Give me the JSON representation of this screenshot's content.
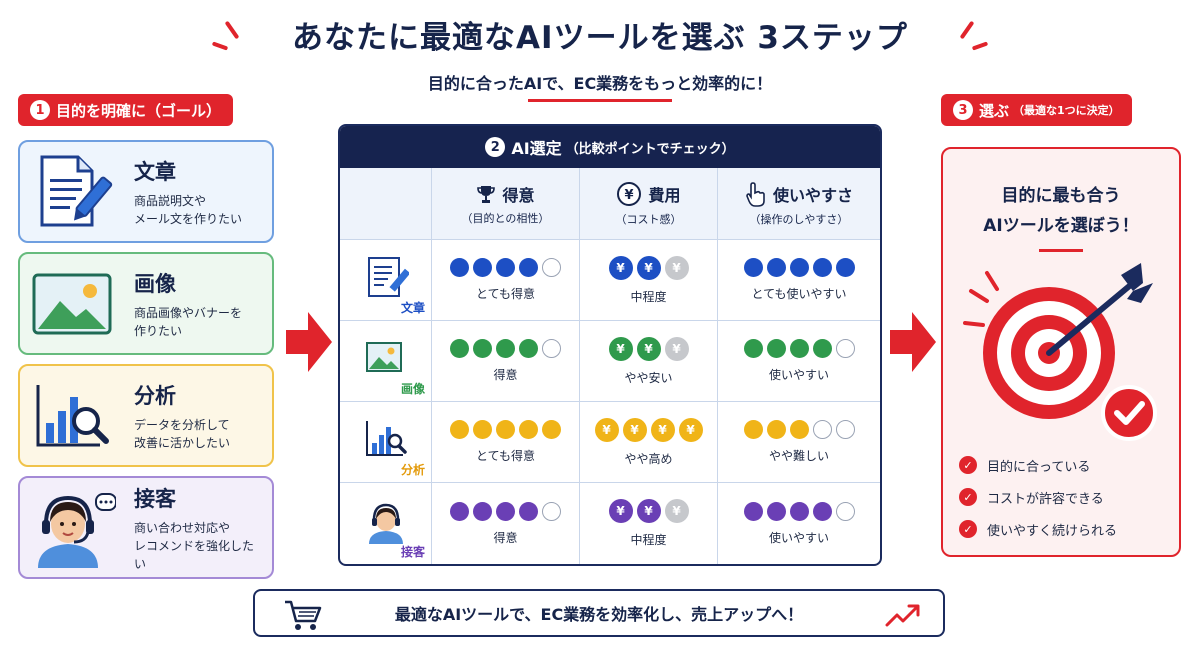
{
  "header": {
    "title": "あなたに最適なAIツールを選ぶ 3ステップ",
    "subtitle": "目的に合ったAIで、EC業務をもっと効率的に！"
  },
  "step1": {
    "number": "1",
    "label": "目的を明確に（ゴール）"
  },
  "purposes": [
    {
      "title": "文章",
      "desc_line1": "商品説明文や",
      "desc_line2": "メール文を作りたい",
      "icon": "document-pen-icon"
    },
    {
      "title": "画像",
      "desc_line1": "商品画像やバナーを",
      "desc_line2": "作りたい",
      "icon": "landscape-image-icon"
    },
    {
      "title": "分析",
      "desc_line1": "データを分析して",
      "desc_line2": "改善に活かしたい",
      "icon": "chart-magnifier-icon"
    },
    {
      "title": "接客",
      "desc_line1": "商い合わせ対応や",
      "desc_line2": "レコメンドを強化したい",
      "icon": "headset-agent-icon"
    }
  ],
  "step2": {
    "number": "2",
    "label": "AI選定",
    "label_small": "（比較ポイントでチェック）",
    "columns": [
      {
        "title": "得意",
        "sub": "（目的との相性）",
        "icon": "trophy-icon"
      },
      {
        "title": "費用",
        "sub": "（コスト感）",
        "icon": "yen-coin-icon"
      },
      {
        "title": "使いやすさ",
        "sub": "（操作のしやすさ）",
        "icon": "pointer-hand-icon"
      }
    ],
    "rows": [
      {
        "label": "文章",
        "color": "#1d4fc4",
        "skill": {
          "filled": 4,
          "total": 5,
          "label": "とても得意"
        },
        "cost": {
          "filled": 2,
          "total": 3,
          "label": "中程度"
        },
        "ease": {
          "filled": 5,
          "total": 5,
          "label": "とても使いやすい"
        }
      },
      {
        "label": "画像",
        "color": "#2f9a4c",
        "skill": {
          "filled": 4,
          "total": 5,
          "label": "得意"
        },
        "cost": {
          "filled": 2,
          "total": 3,
          "label": "やや安い"
        },
        "ease": {
          "filled": 4,
          "total": 5,
          "label": "使いやすい"
        }
      },
      {
        "label": "分析",
        "color": "#f0b418",
        "skill": {
          "filled": 5,
          "total": 5,
          "label": "とても得意"
        },
        "cost": {
          "filled": 4,
          "total": 4,
          "label": "やや高め"
        },
        "ease": {
          "filled": 3,
          "total": 5,
          "label": "やや難しい"
        }
      },
      {
        "label": "接客",
        "color": "#6a3fb5",
        "skill": {
          "filled": 4,
          "total": 5,
          "label": "得意"
        },
        "cost": {
          "filled": 2,
          "total": 3,
          "label": "中程度"
        },
        "ease": {
          "filled": 4,
          "total": 5,
          "label": "使いやすい"
        }
      }
    ]
  },
  "step3": {
    "number": "3",
    "label": "選ぶ",
    "label_small": "（最適な1つに決定）",
    "message_line1": "目的に最も合う",
    "message_line2": "AIツールを選ぼう！",
    "checks": [
      "目的に合っている",
      "コストが許容できる",
      "使いやすく続けられる"
    ]
  },
  "footer": {
    "text": "最適なAIツールで、EC業務を効率化し、売上アップへ！"
  },
  "colors": {
    "accent_red": "#e0242c",
    "navy": "#16234f",
    "card_blue_border": "#6f9fe0",
    "card_blue_bg": "#eef5fd",
    "card_green_border": "#66bb7d",
    "card_green_bg": "#eef8f0",
    "card_yellow_border": "#f0c34a",
    "card_yellow_bg": "#fdf7e6",
    "card_purple_border": "#a48ad6",
    "card_purple_bg": "#f3effa"
  }
}
